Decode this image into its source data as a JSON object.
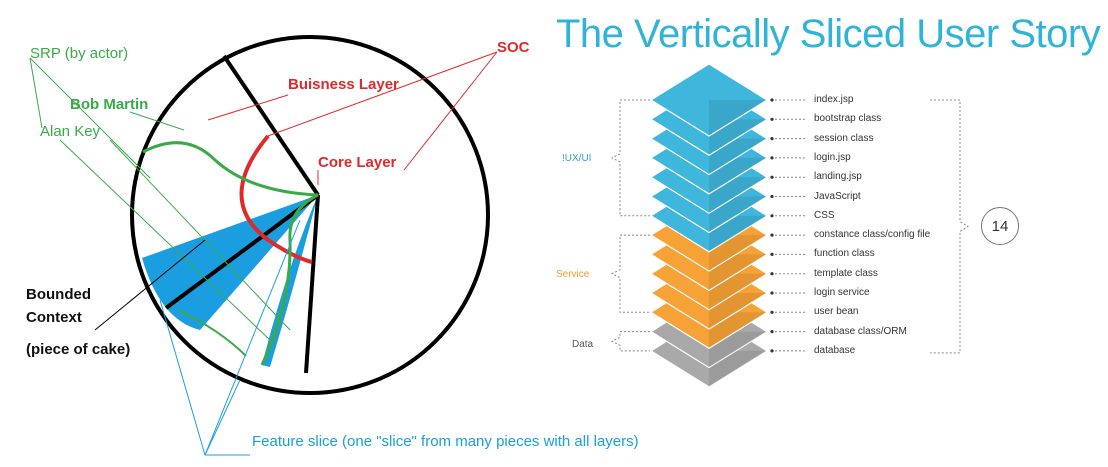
{
  "title": "The Vertically Sliced User Story",
  "left_labels": {
    "srp": "SRP (by actor)",
    "bob_martin": "Bob Martin",
    "alan_key": "Alan Key",
    "business_layer": "Buisness Layer",
    "soc": "SOC",
    "core_layer": "Core Layer",
    "bounded_context_1": "Bounded",
    "bounded_context_2": "Context",
    "piece_of_cake": "(piece of cake)",
    "feature_slice": "Feature slice (one \"slice\" from many pieces with all layers)"
  },
  "stack": {
    "groups": [
      {
        "label": "!UX/UI",
        "color": "#2aa5d0"
      },
      {
        "label": "Service",
        "color": "#f39a2a"
      },
      {
        "label": "Data",
        "color": "#555555"
      }
    ],
    "items": [
      {
        "label": "index.jsp",
        "layer": "ui"
      },
      {
        "label": "bootstrap class",
        "layer": "ui"
      },
      {
        "label": "session class",
        "layer": "ui"
      },
      {
        "label": "login.jsp",
        "layer": "ui"
      },
      {
        "label": "landing.jsp",
        "layer": "ui"
      },
      {
        "label": "JavaScript",
        "layer": "ui"
      },
      {
        "label": "CSS",
        "layer": "ui"
      },
      {
        "label": "constance class/config file",
        "layer": "service"
      },
      {
        "label": "function class",
        "layer": "service"
      },
      {
        "label": "template class",
        "layer": "service"
      },
      {
        "label": "login service",
        "layer": "service"
      },
      {
        "label": "user bean",
        "layer": "service"
      },
      {
        "label": "database class/ORM",
        "layer": "data"
      },
      {
        "label": "database",
        "layer": "data"
      }
    ],
    "count_badge": "14",
    "colors": {
      "ui": "#3fb6dc",
      "service": "#f7a237",
      "data": "#a9a9a9"
    }
  }
}
